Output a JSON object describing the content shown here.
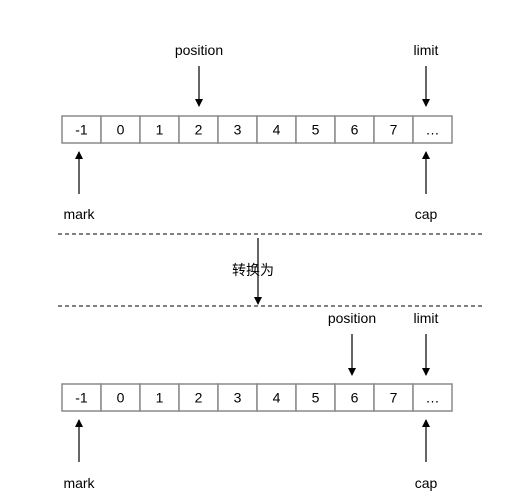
{
  "top_buffer": {
    "cells": [
      "-1",
      "0",
      "1",
      "2",
      "3",
      "4",
      "5",
      "6",
      "7",
      "…"
    ],
    "position_label": "position",
    "limit_label": "limit",
    "mark_label": "mark",
    "cap_label": "cap",
    "position_index": 3,
    "limit_index": 9,
    "mark_index": 0,
    "cap_index": 9
  },
  "transition_label": "转换为",
  "bottom_buffer": {
    "cells": [
      "-1",
      "0",
      "1",
      "2",
      "3",
      "4",
      "5",
      "6",
      "7",
      "…"
    ],
    "position_label": "position",
    "limit_label": "limit",
    "mark_label": "mark",
    "cap_label": "cap",
    "position_index": 7,
    "limit_index": 9,
    "mark_index": 0,
    "cap_index": 9
  }
}
